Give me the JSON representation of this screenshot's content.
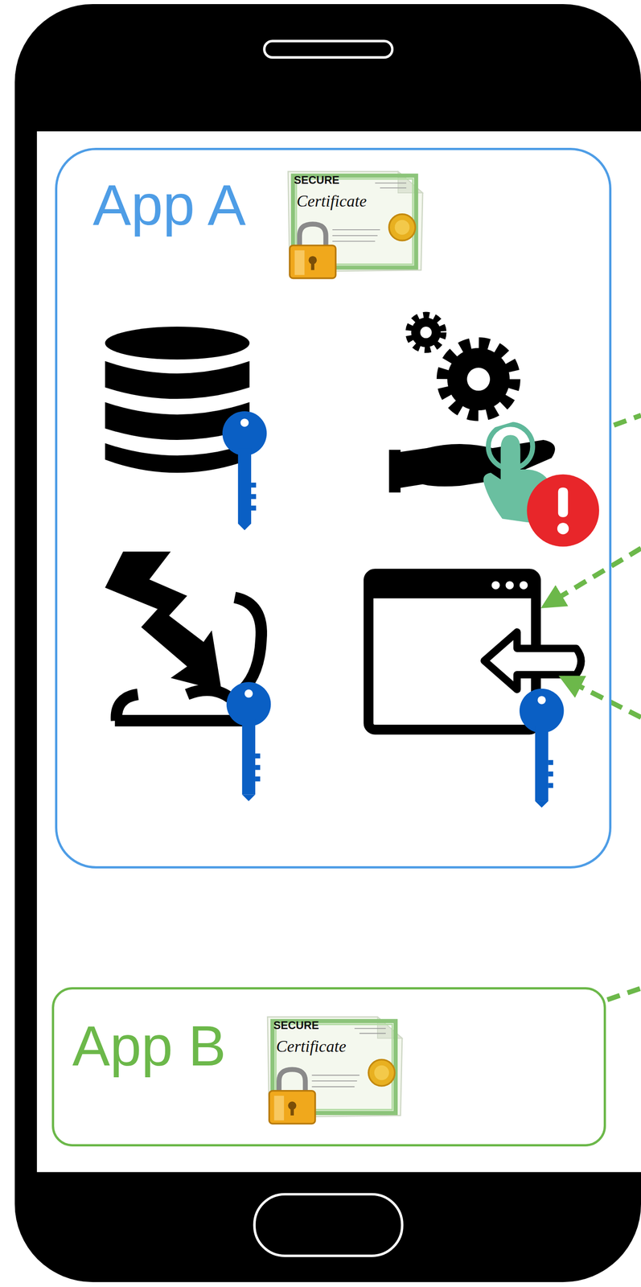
{
  "diagram": {
    "nodes": [
      {
        "text": [
          "App A"
        ]
      },
      {
        "text": [
          "App B"
        ]
      }
    ],
    "labels": [
      "SECURE",
      "Certificate",
      "SECURE",
      "Certificate"
    ]
  }
}
